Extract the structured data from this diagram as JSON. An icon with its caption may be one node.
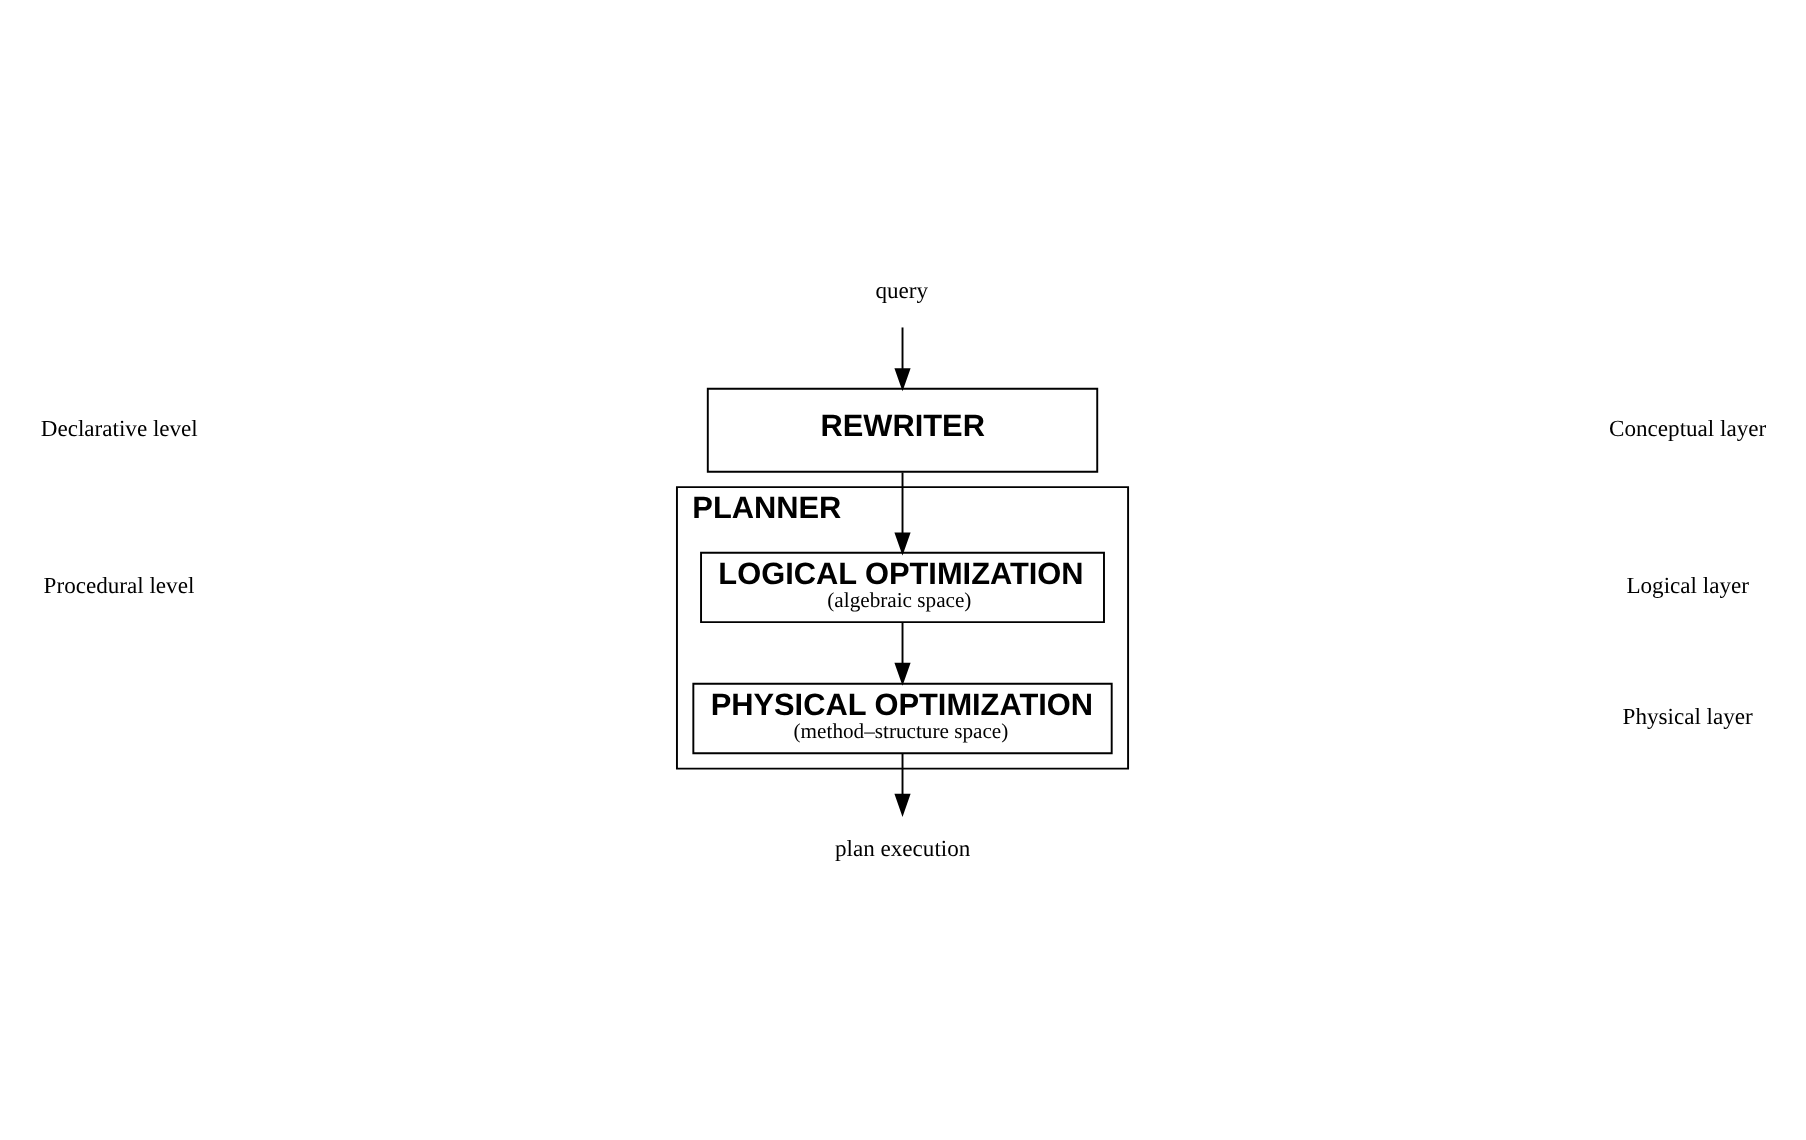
{
  "diagram": {
    "nodes": [
      {
        "text": [
          "query"
        ]
      },
      {
        "text": [
          "REWRITER"
        ]
      },
      {
        "text": [
          "PLANNER"
        ]
      },
      {
        "text": [
          "LOGICAL OPTIMIZATION",
          "(algebraic space)"
        ],
        "in": 2
      },
      {
        "text": [
          "PHYSICAL OPTIMIZATION",
          "(method–structure space)"
        ],
        "in": 2
      },
      {
        "text": [
          "plan execution"
        ]
      }
    ],
    "edges": [
      {
        "from": 0,
        "to": 1,
        "arrow": "to"
      },
      {
        "from": 1,
        "to": 3,
        "arrow": "to"
      },
      {
        "from": 3,
        "to": 4,
        "arrow": "to"
      },
      {
        "from": 4,
        "to": 5,
        "arrow": "to"
      }
    ],
    "labels": [
      "Declarative level",
      "Conceptual layer",
      "Procedural level",
      "Logical layer",
      "Physical layer"
    ]
  }
}
